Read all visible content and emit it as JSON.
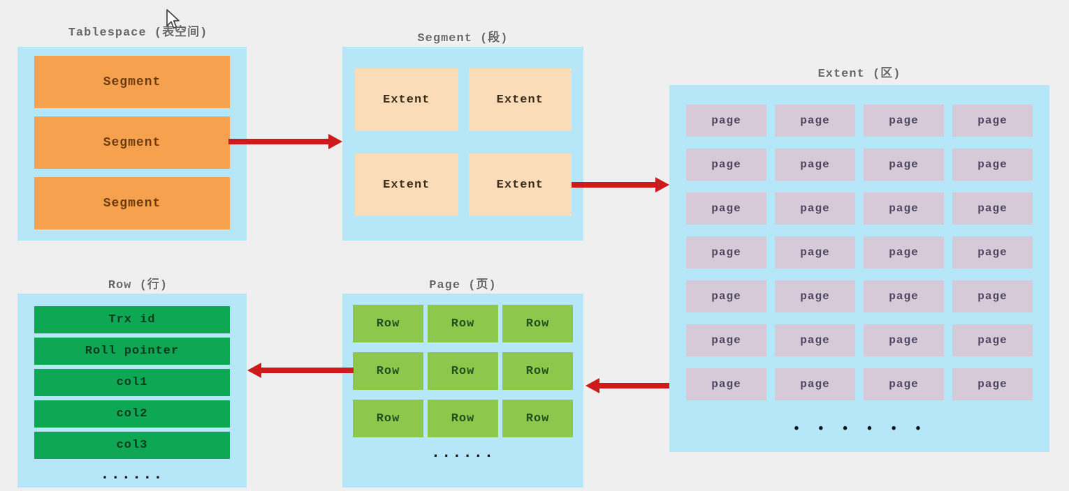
{
  "colors": {
    "background": "#f0efef",
    "panel_blue": "#b5e7f9",
    "segment_orange": "#f6a14e",
    "segment_text": "#6b3c10",
    "extent_peach": "#fbdcb8",
    "extent_text": "#3a2c18",
    "page_lavender": "#d6c9d8",
    "page_text": "#4e4760",
    "row_green": "#8dc74c",
    "row_text": "#204f20",
    "field_green": "#0ea855",
    "field_text": "#07391c",
    "arrow_red": "#cd1a1a",
    "title_gray": "#666666"
  },
  "tablespace": {
    "title": "Tablespace (表空间)",
    "segments": [
      "Segment",
      "Segment",
      "Segment"
    ]
  },
  "segment": {
    "title": "Segment (段)",
    "extents": [
      "Extent",
      "Extent",
      "Extent",
      "Extent"
    ]
  },
  "extent": {
    "title": "Extent (区)",
    "pages": [
      "page",
      "page",
      "page",
      "page",
      "page",
      "page",
      "page",
      "page",
      "page",
      "page",
      "page",
      "page",
      "page",
      "page",
      "page",
      "page",
      "page",
      "page",
      "page",
      "page",
      "page",
      "page",
      "page",
      "page",
      "page",
      "page",
      "page",
      "page"
    ],
    "ellipsis": "• • • • • •"
  },
  "page": {
    "title": "Page (页)",
    "rows": [
      "Row",
      "Row",
      "Row",
      "Row",
      "Row",
      "Row",
      "Row",
      "Row",
      "Row"
    ],
    "ellipsis": "......"
  },
  "row": {
    "title": "Row (行)",
    "fields": [
      "Trx id",
      "Roll pointer",
      "col1",
      "col2",
      "col3"
    ],
    "ellipsis": "......"
  }
}
